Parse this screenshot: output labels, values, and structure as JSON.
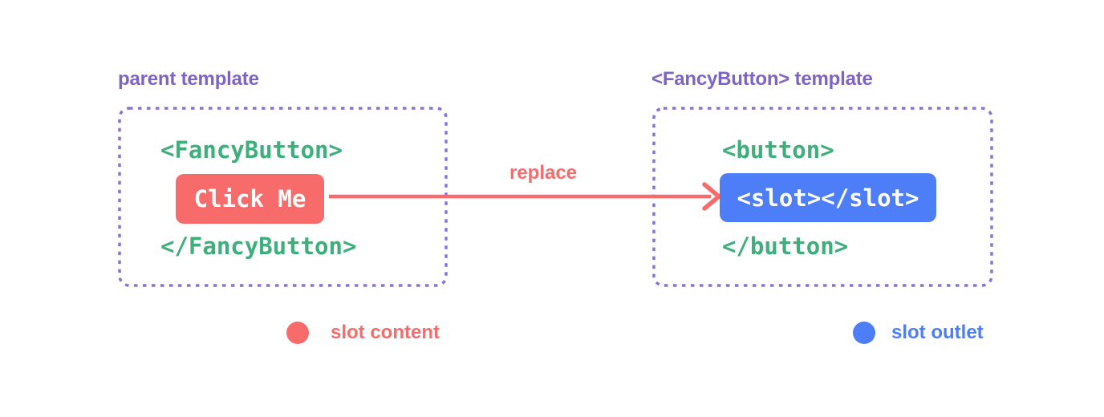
{
  "colors": {
    "background": "#ffffff",
    "purple": "#7d63c6",
    "border-purple": "#8b72d2",
    "green": "#3eae7c",
    "red": "#f76b6b",
    "blue": "#4d7df7"
  },
  "parent_panel": {
    "title": "parent template",
    "code_open": "<FancyButton>",
    "button_label": "Click Me",
    "code_close": "</FancyButton>"
  },
  "arrow": {
    "label": "replace"
  },
  "fancy_button_panel": {
    "title": "<FancyButton> template",
    "code_open": "<button>",
    "slot_label": "<slot></slot>",
    "code_close": "</button>"
  },
  "legend": [
    {
      "label": "slot content",
      "color": "#f76b6b"
    },
    {
      "label": "slot outlet",
      "color": "#4d7df7"
    }
  ]
}
